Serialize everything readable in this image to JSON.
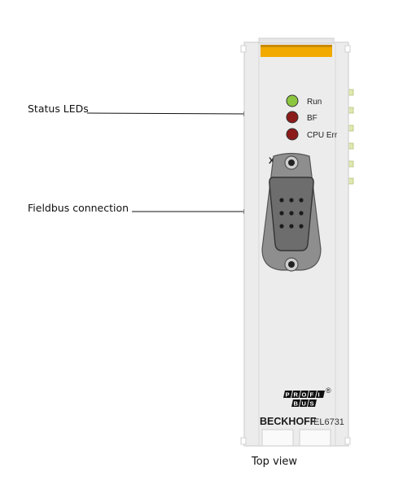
{
  "callouts": {
    "status_leds": "Status LEDs",
    "fieldbus_connection": "Fieldbus connection"
  },
  "leds": [
    {
      "label": "Run",
      "color": "#8cc63f"
    },
    {
      "label": "BF",
      "color": "#8b1a1a"
    },
    {
      "label": "CPU Err",
      "color": "#8b1a1a"
    }
  ],
  "connector": {
    "label": "X1"
  },
  "branding": {
    "manufacturer": "BECKHOFF",
    "model": "EL6731",
    "logo_text_top": "PROFI",
    "logo_text_bottom": "BUS",
    "registered_mark": "®"
  },
  "caption": "Top view",
  "colors": {
    "housing": "#ececec",
    "housing_edge": "#d2d2d2",
    "top_tab": "#f2a900",
    "side_contacts": "#dfe8b0",
    "connector_shell": "#8e8e8e",
    "connector_face": "#6d6d6d",
    "led_ring": "#333333"
  }
}
